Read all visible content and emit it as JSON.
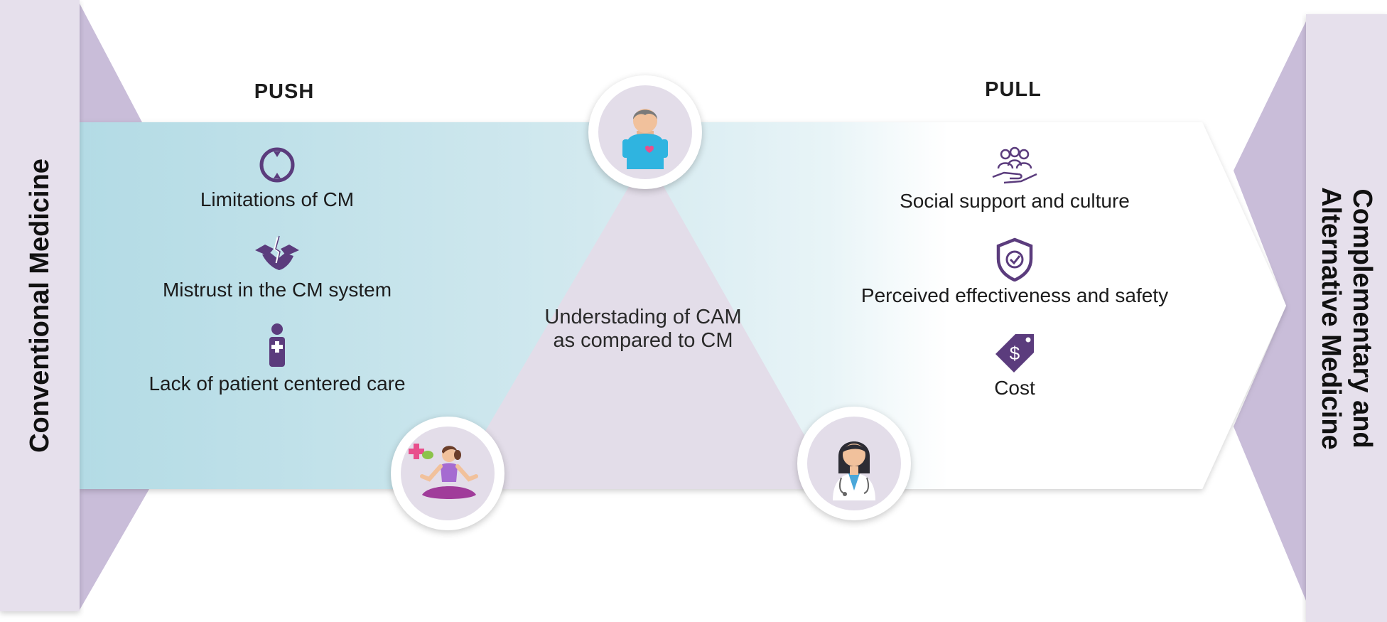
{
  "left_pole": {
    "label": "Conventional Medicine"
  },
  "right_pole": {
    "line1": "Complementary and",
    "line2": "Alternative Medicine"
  },
  "push": {
    "heading": "PUSH",
    "factors": [
      {
        "label": "Limitations of CM",
        "icon": "limitation-gauge-icon"
      },
      {
        "label": "Mistrust in the CM system",
        "icon": "broken-handshake-icon"
      },
      {
        "label": "Lack of patient centered care",
        "icon": "patient-cross-icon"
      }
    ]
  },
  "pull": {
    "heading": "PULL",
    "factors": [
      {
        "label": "Social support and culture",
        "icon": "community-hand-icon"
      },
      {
        "label": "Perceived effectiveness and safety",
        "icon": "shield-check-icon"
      },
      {
        "label": "Cost",
        "icon": "price-tag-icon"
      }
    ]
  },
  "center": {
    "line1": "Understading of CAM",
    "line2": "as compared to CM"
  },
  "bubbles": [
    {
      "icon": "patient-person-icon"
    },
    {
      "icon": "meditating-woman-icon"
    },
    {
      "icon": "doctor-icon"
    }
  ],
  "colors": {
    "accent_purple": "#5b3c7d",
    "pole_lavender": "#e6e0ec",
    "funnel_lavender": "#c8bcd8",
    "push_teal": "#bfe0e8",
    "triangle_lavender": "#e3dde9"
  }
}
